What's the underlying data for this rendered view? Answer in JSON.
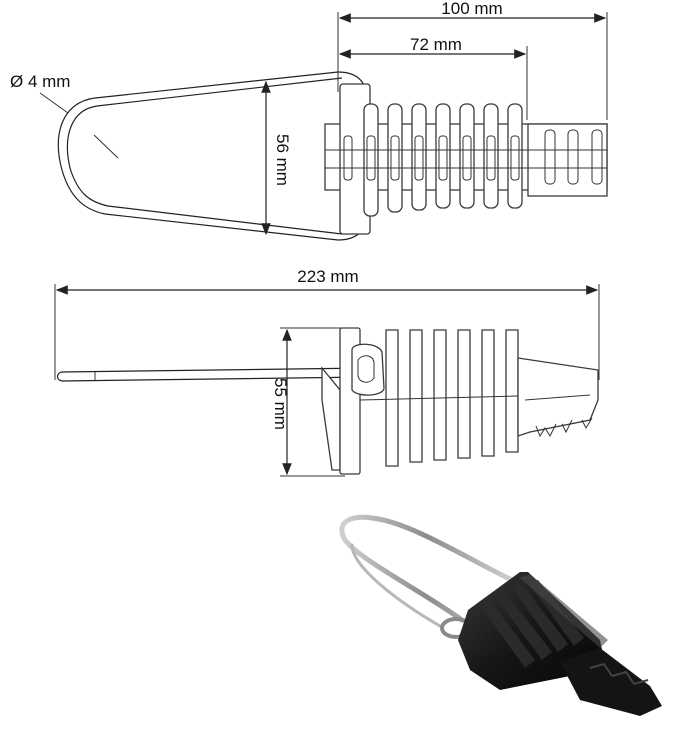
{
  "dimensions": {
    "width_total": "100 mm",
    "width_body": "72 mm",
    "wire_diameter": "Ø 4 mm",
    "height_top": "56 mm",
    "length_total": "223 mm",
    "height_side": "55 mm"
  },
  "colors": {
    "line": "#222222",
    "photo_body": "#1a1a1a",
    "wire": "#9a9a9a"
  }
}
